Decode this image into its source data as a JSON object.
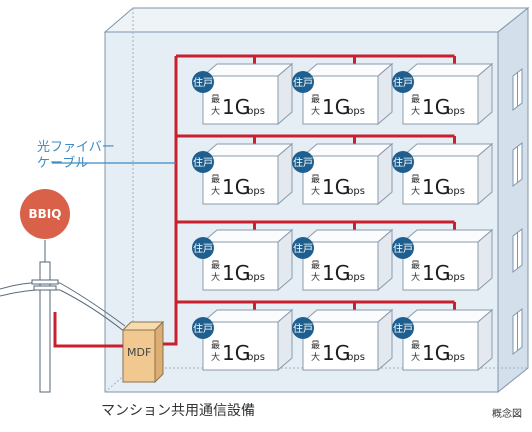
{
  "fiber_label": [
    "光ファイバー",
    "ケーブル"
  ],
  "pole_label": "BBIQ",
  "mdf_label": "MDF",
  "unit_badge": "住戸",
  "unit_speed_prefix": [
    "最",
    "大"
  ],
  "unit_speed_value": "1G",
  "unit_speed_unit": "bps",
  "caption": "マンション共用通信設備",
  "note": "概念図",
  "colors": {
    "fiber_line": "#c8202d",
    "badge": "#1f5f8f",
    "building_face": "#e6eef5",
    "building_side": "#d3dfea",
    "building_edge": "#7f96ad",
    "mdf": "#f1c88f",
    "pole_label_bg": "#d9614a",
    "callout": "#3a8cc4"
  }
}
